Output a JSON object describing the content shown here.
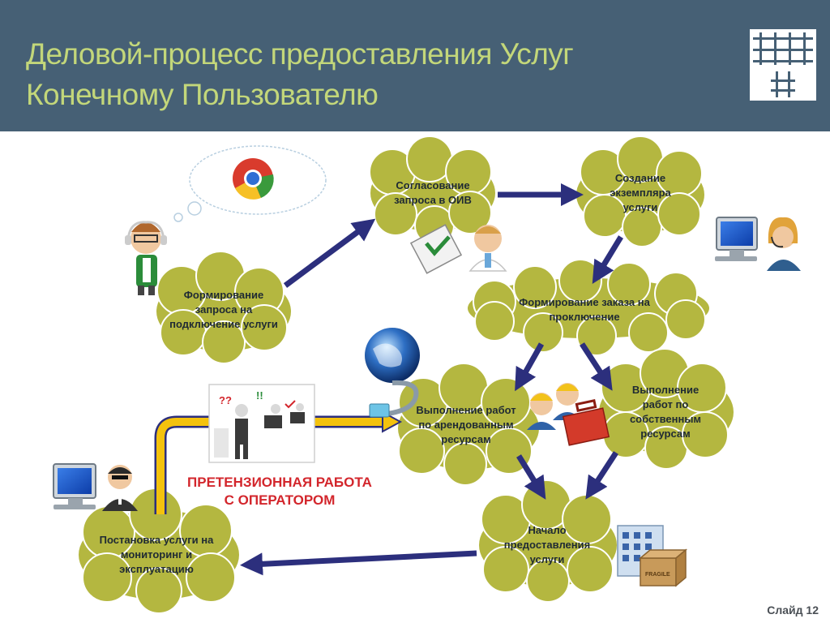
{
  "slide": {
    "title_line1": "Деловой-процесс предоставления Услуг",
    "title_line2": "Конечному Пользователю",
    "slide_number": "Слайд 12"
  },
  "nodes": {
    "request": "Формирование запроса на подключение услуги",
    "approval": "Согласование запроса в ОИВ",
    "instance": "Создание экземпляра услуги",
    "order": "Формирование заказа на проключение",
    "leased": "Выполнение работ по арендованным ресурсам",
    "own": "Выполнение работ по собственным ресурсам",
    "start": "Начало предоставления услуги",
    "monitoring": "Постановка услуги на мониторинг и эксплуатацию"
  },
  "claim_label_line1": "ПРЕТЕНЗИОННАЯ РАБОТА",
  "claim_label_line2": "С ОПЕРАТОРОМ",
  "box_label": "FRAGILE",
  "colors": {
    "header_bg": "#466075",
    "title_text": "#c3d77a",
    "cloud_fill": "#b4b740",
    "arrow": "#2c2f7d",
    "claim_text": "#d3262c",
    "claim_arrow": "#f4c20d"
  }
}
